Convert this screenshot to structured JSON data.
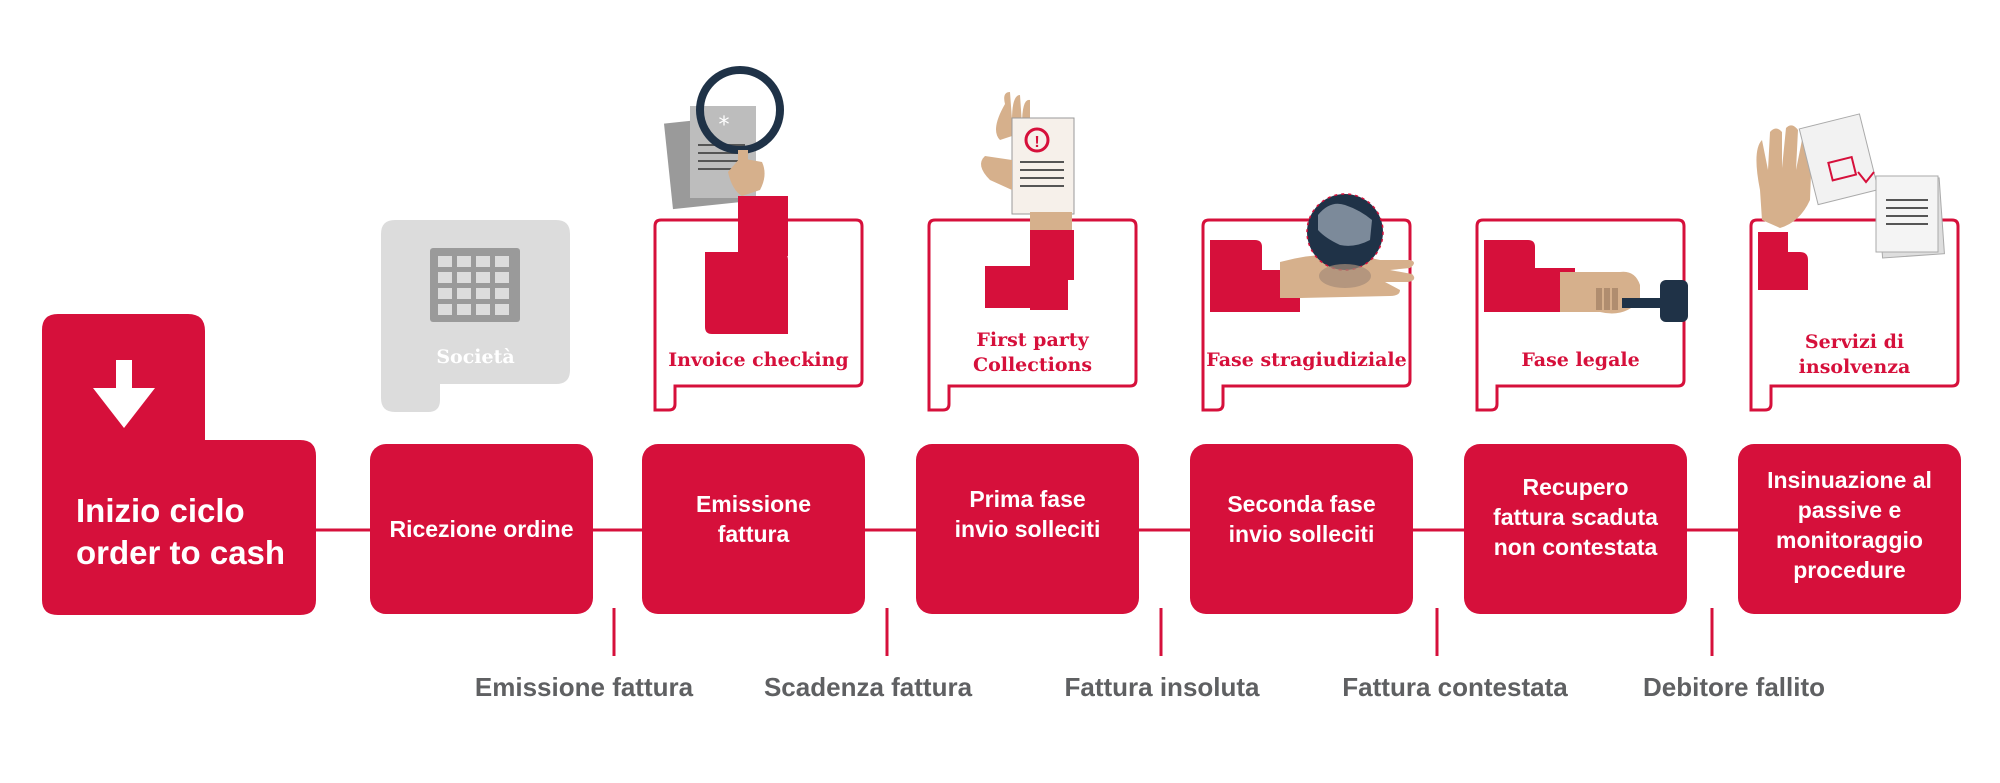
{
  "colors": {
    "brand_red": "#d6103b",
    "gray_box": "#dcdcdc",
    "event_text": "#5f6062",
    "skin": "#d6b08c"
  },
  "start": {
    "label": "Inizio ciclo\norder to cash",
    "icon": "arrow-down-icon"
  },
  "company": {
    "label": "Società",
    "icon": "building-icon"
  },
  "steps": [
    {
      "label": "Ricezione ordine"
    },
    {
      "label": "Emissione\nfattura"
    },
    {
      "label": "Prima fase\ninvio solleciti"
    },
    {
      "label": "Seconda fase\ninvio solleciti"
    },
    {
      "label": "Recupero\nfattura scaduta\nnon contestata"
    },
    {
      "label": "Insinuazione al\npassive e\nmonitoraggio\nprocedure"
    }
  ],
  "services": [
    {
      "label": "Invoice checking",
      "icon": "magnifier-icon"
    },
    {
      "label": "First party\nCollections",
      "icon": "reminder-letter-icon"
    },
    {
      "label": "Fase stragiudiziale",
      "icon": "globe-icon"
    },
    {
      "label": "Fase legale",
      "icon": "gavel-icon"
    },
    {
      "label": "Servizi di\ninsolvenza",
      "icon": "documents-icon"
    }
  ],
  "events": [
    {
      "label": "Emissione fattura"
    },
    {
      "label": "Scadenza fattura"
    },
    {
      "label": "Fattura insoluta"
    },
    {
      "label": "Fattura contestata"
    },
    {
      "label": "Debitore fallito"
    }
  ]
}
